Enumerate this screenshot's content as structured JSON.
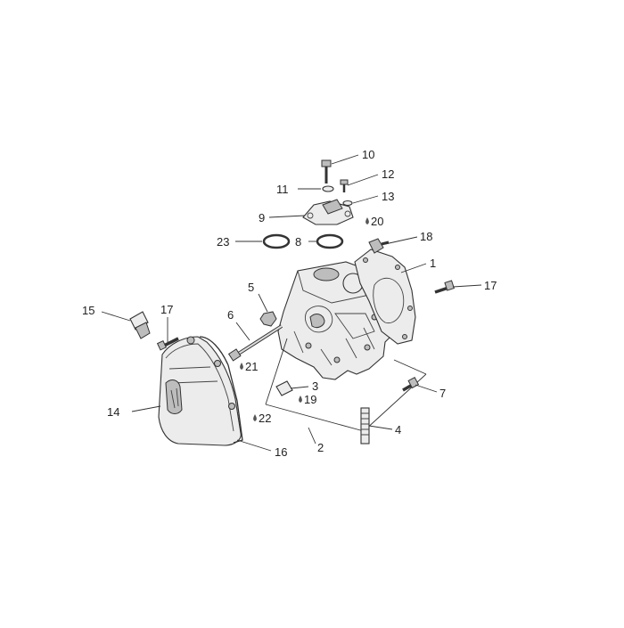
{
  "diagram": {
    "callouts": [
      {
        "id": "c1",
        "label": "1"
      },
      {
        "id": "c2",
        "label": "2"
      },
      {
        "id": "c3",
        "label": "3"
      },
      {
        "id": "c4",
        "label": "4"
      },
      {
        "id": "c5",
        "label": "5"
      },
      {
        "id": "c6",
        "label": "6"
      },
      {
        "id": "c7",
        "label": "7"
      },
      {
        "id": "c8",
        "label": "8"
      },
      {
        "id": "c9",
        "label": "9"
      },
      {
        "id": "c10",
        "label": "10"
      },
      {
        "id": "c11",
        "label": "11"
      },
      {
        "id": "c12",
        "label": "12"
      },
      {
        "id": "c13",
        "label": "13"
      },
      {
        "id": "c14",
        "label": "14"
      },
      {
        "id": "c15",
        "label": "15"
      },
      {
        "id": "c16",
        "label": "16"
      },
      {
        "id": "c17a",
        "label": "17"
      },
      {
        "id": "c17b",
        "label": "17"
      },
      {
        "id": "c18",
        "label": "18"
      },
      {
        "id": "c19",
        "label": "19"
      },
      {
        "id": "c20",
        "label": "20"
      },
      {
        "id": "c21",
        "label": "21"
      },
      {
        "id": "c22",
        "label": "22"
      },
      {
        "id": "c23",
        "label": "23"
      }
    ]
  }
}
